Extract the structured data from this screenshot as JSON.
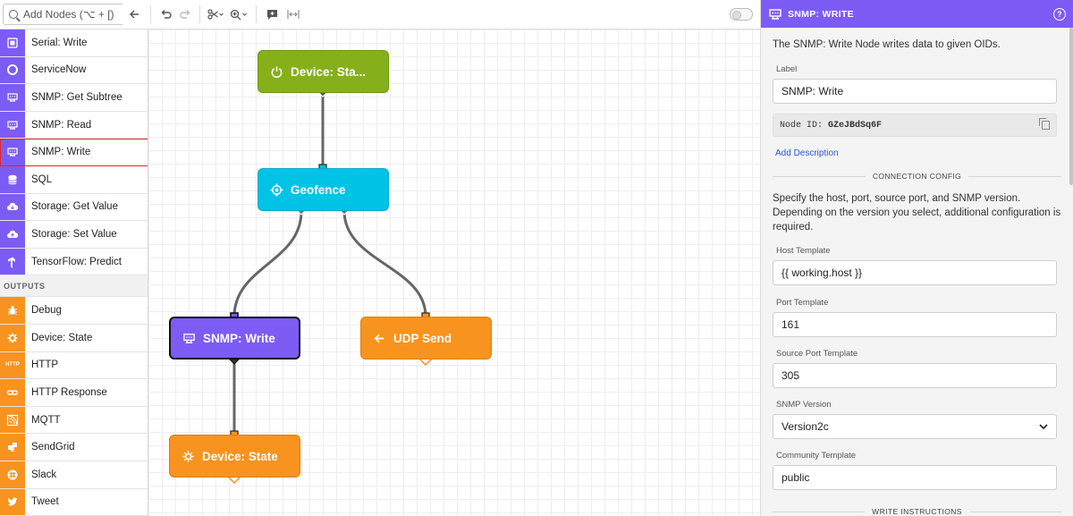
{
  "palette": {
    "search_placeholder": "Add Nodes (⌥ + [)",
    "items_top": [
      {
        "label": "Serial: Write",
        "icon": "serial-icon"
      },
      {
        "label": "ServiceNow",
        "icon": "servicenow-icon"
      },
      {
        "label": "SNMP: Get Subtree",
        "icon": "snmp-icon"
      },
      {
        "label": "SNMP: Read",
        "icon": "snmp-icon"
      },
      {
        "label": "SNMP: Write",
        "icon": "snmp-icon",
        "selected": true
      },
      {
        "label": "SQL",
        "icon": "database-icon"
      },
      {
        "label": "Storage: Get Value",
        "icon": "cloud-download-icon"
      },
      {
        "label": "Storage: Set Value",
        "icon": "cloud-upload-icon"
      },
      {
        "label": "TensorFlow: Predict",
        "icon": "tensorflow-icon"
      }
    ],
    "section_outputs": "OUTPUTS",
    "items_outputs": [
      {
        "label": "Debug",
        "icon": "bug-icon"
      },
      {
        "label": "Device: State",
        "icon": "gear-icon"
      },
      {
        "label": "HTTP",
        "icon": "http-icon",
        "icon_text": "HTTP"
      },
      {
        "label": "HTTP Response",
        "icon": "link-icon"
      },
      {
        "label": "MQTT",
        "icon": "rss-icon"
      },
      {
        "label": "SendGrid",
        "icon": "sendgrid-icon"
      },
      {
        "label": "Slack",
        "icon": "slack-icon"
      },
      {
        "label": "Tweet",
        "icon": "twitter-icon"
      }
    ]
  },
  "canvas": {
    "nodes": {
      "device_state_1": "Device: Sta...",
      "geofence": "Geofence",
      "snmp_write": "SNMP: Write",
      "udp_send": "UDP Send",
      "device_state_2": "Device: State"
    }
  },
  "panel": {
    "title": "SNMP: WRITE",
    "description": "The SNMP: Write Node writes data to given OIDs.",
    "label_label": "Label",
    "label_value": "SNMP: Write",
    "node_id_label": "Node ID:",
    "node_id_value": "GZeJBdSq6F",
    "add_description": "Add Description",
    "connection_config_title": "CONNECTION CONFIG",
    "connection_config_desc": "Specify the host, port, source port, and SNMP version. Depending on the version you select, additional configuration is required.",
    "host_template_label": "Host Template",
    "host_template_value": "{{ working.host }}",
    "port_template_label": "Port Template",
    "port_template_value": "161",
    "source_port_label": "Source Port Template",
    "source_port_value": "305",
    "snmp_version_label": "SNMP Version",
    "snmp_version_value": "Version2c",
    "community_label": "Community Template",
    "community_value": "public",
    "write_instructions_title": "WRITE INSTRUCTIONS"
  },
  "colors": {
    "purple": "#7c5cf4",
    "orange": "#f7931e",
    "green": "#86b01a",
    "cyan": "#00c3e6",
    "selection_red": "#e0262b"
  }
}
